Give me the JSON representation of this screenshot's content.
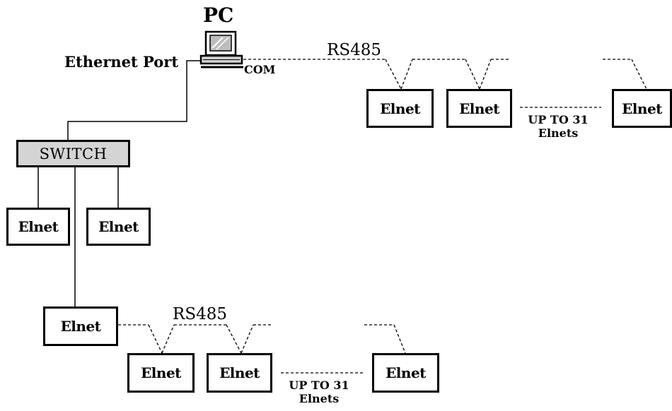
{
  "diagram": {
    "pc_label": "PC",
    "ethernet_port_label": "Ethernet Port",
    "com_label": "COM",
    "switch_label": "SWITCH",
    "device_label": "Elnet",
    "rs485_top_label": "RS485",
    "rs485_bottom_label": "RS485",
    "up_to_top_line1": "UP TO 31",
    "up_to_top_line2": "Elnets",
    "up_to_bottom_line1": "UP TO 31",
    "up_to_bottom_line2": "Elnets"
  }
}
